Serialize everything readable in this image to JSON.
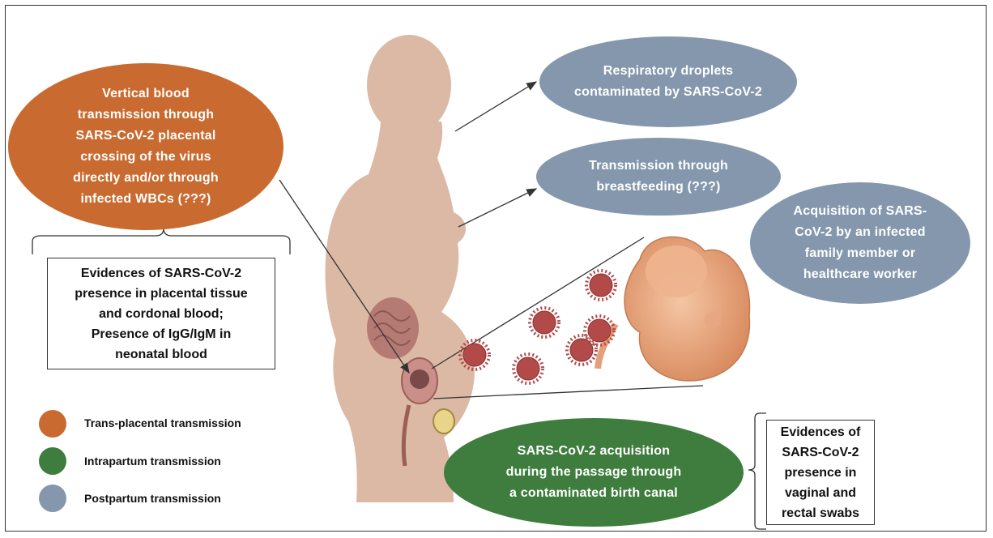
{
  "ovals": {
    "vertical": "Vertical blood\ntransmission through\nSARS-CoV-2 placental\ncrossing of the virus\ndirectly and/or through\ninfected WBCs (???)",
    "respiratory": "Respiratory droplets\ncontaminated by SARS-CoV-2",
    "breastfeeding": "Transmission through\nbreastfeeding (???)",
    "acquisition": "Acquisition of SARS-\nCoV-2 by an infected\nfamily member or\nhealthcare worker",
    "birth_canal": "SARS-CoV-2 acquisition\nduring the passage through\na contaminated birth canal"
  },
  "boxes": {
    "placental_evidence": "Evidences of SARS-CoV-2\npresence in placental tissue\nand cordonal blood;\nPresence of IgG/IgM in\nneonatal blood",
    "swab_evidence": "Evidences of\nSARS-CoV-2\npresence in\nvaginal and\nrectal swabs"
  },
  "legend": [
    {
      "label": "Trans-placental transmission",
      "color": "#c96b30"
    },
    {
      "label": "Intrapartum transmission",
      "color": "#3f7d3e"
    },
    {
      "label": "Postpartum transmission",
      "color": "#8497ac"
    }
  ],
  "colors": {
    "trans_placental": "#c96b30",
    "intrapartum": "#3f7d3e",
    "postpartum": "#8497ac",
    "silhouette": "#dcb9a5",
    "virus": "#b34a4a"
  }
}
